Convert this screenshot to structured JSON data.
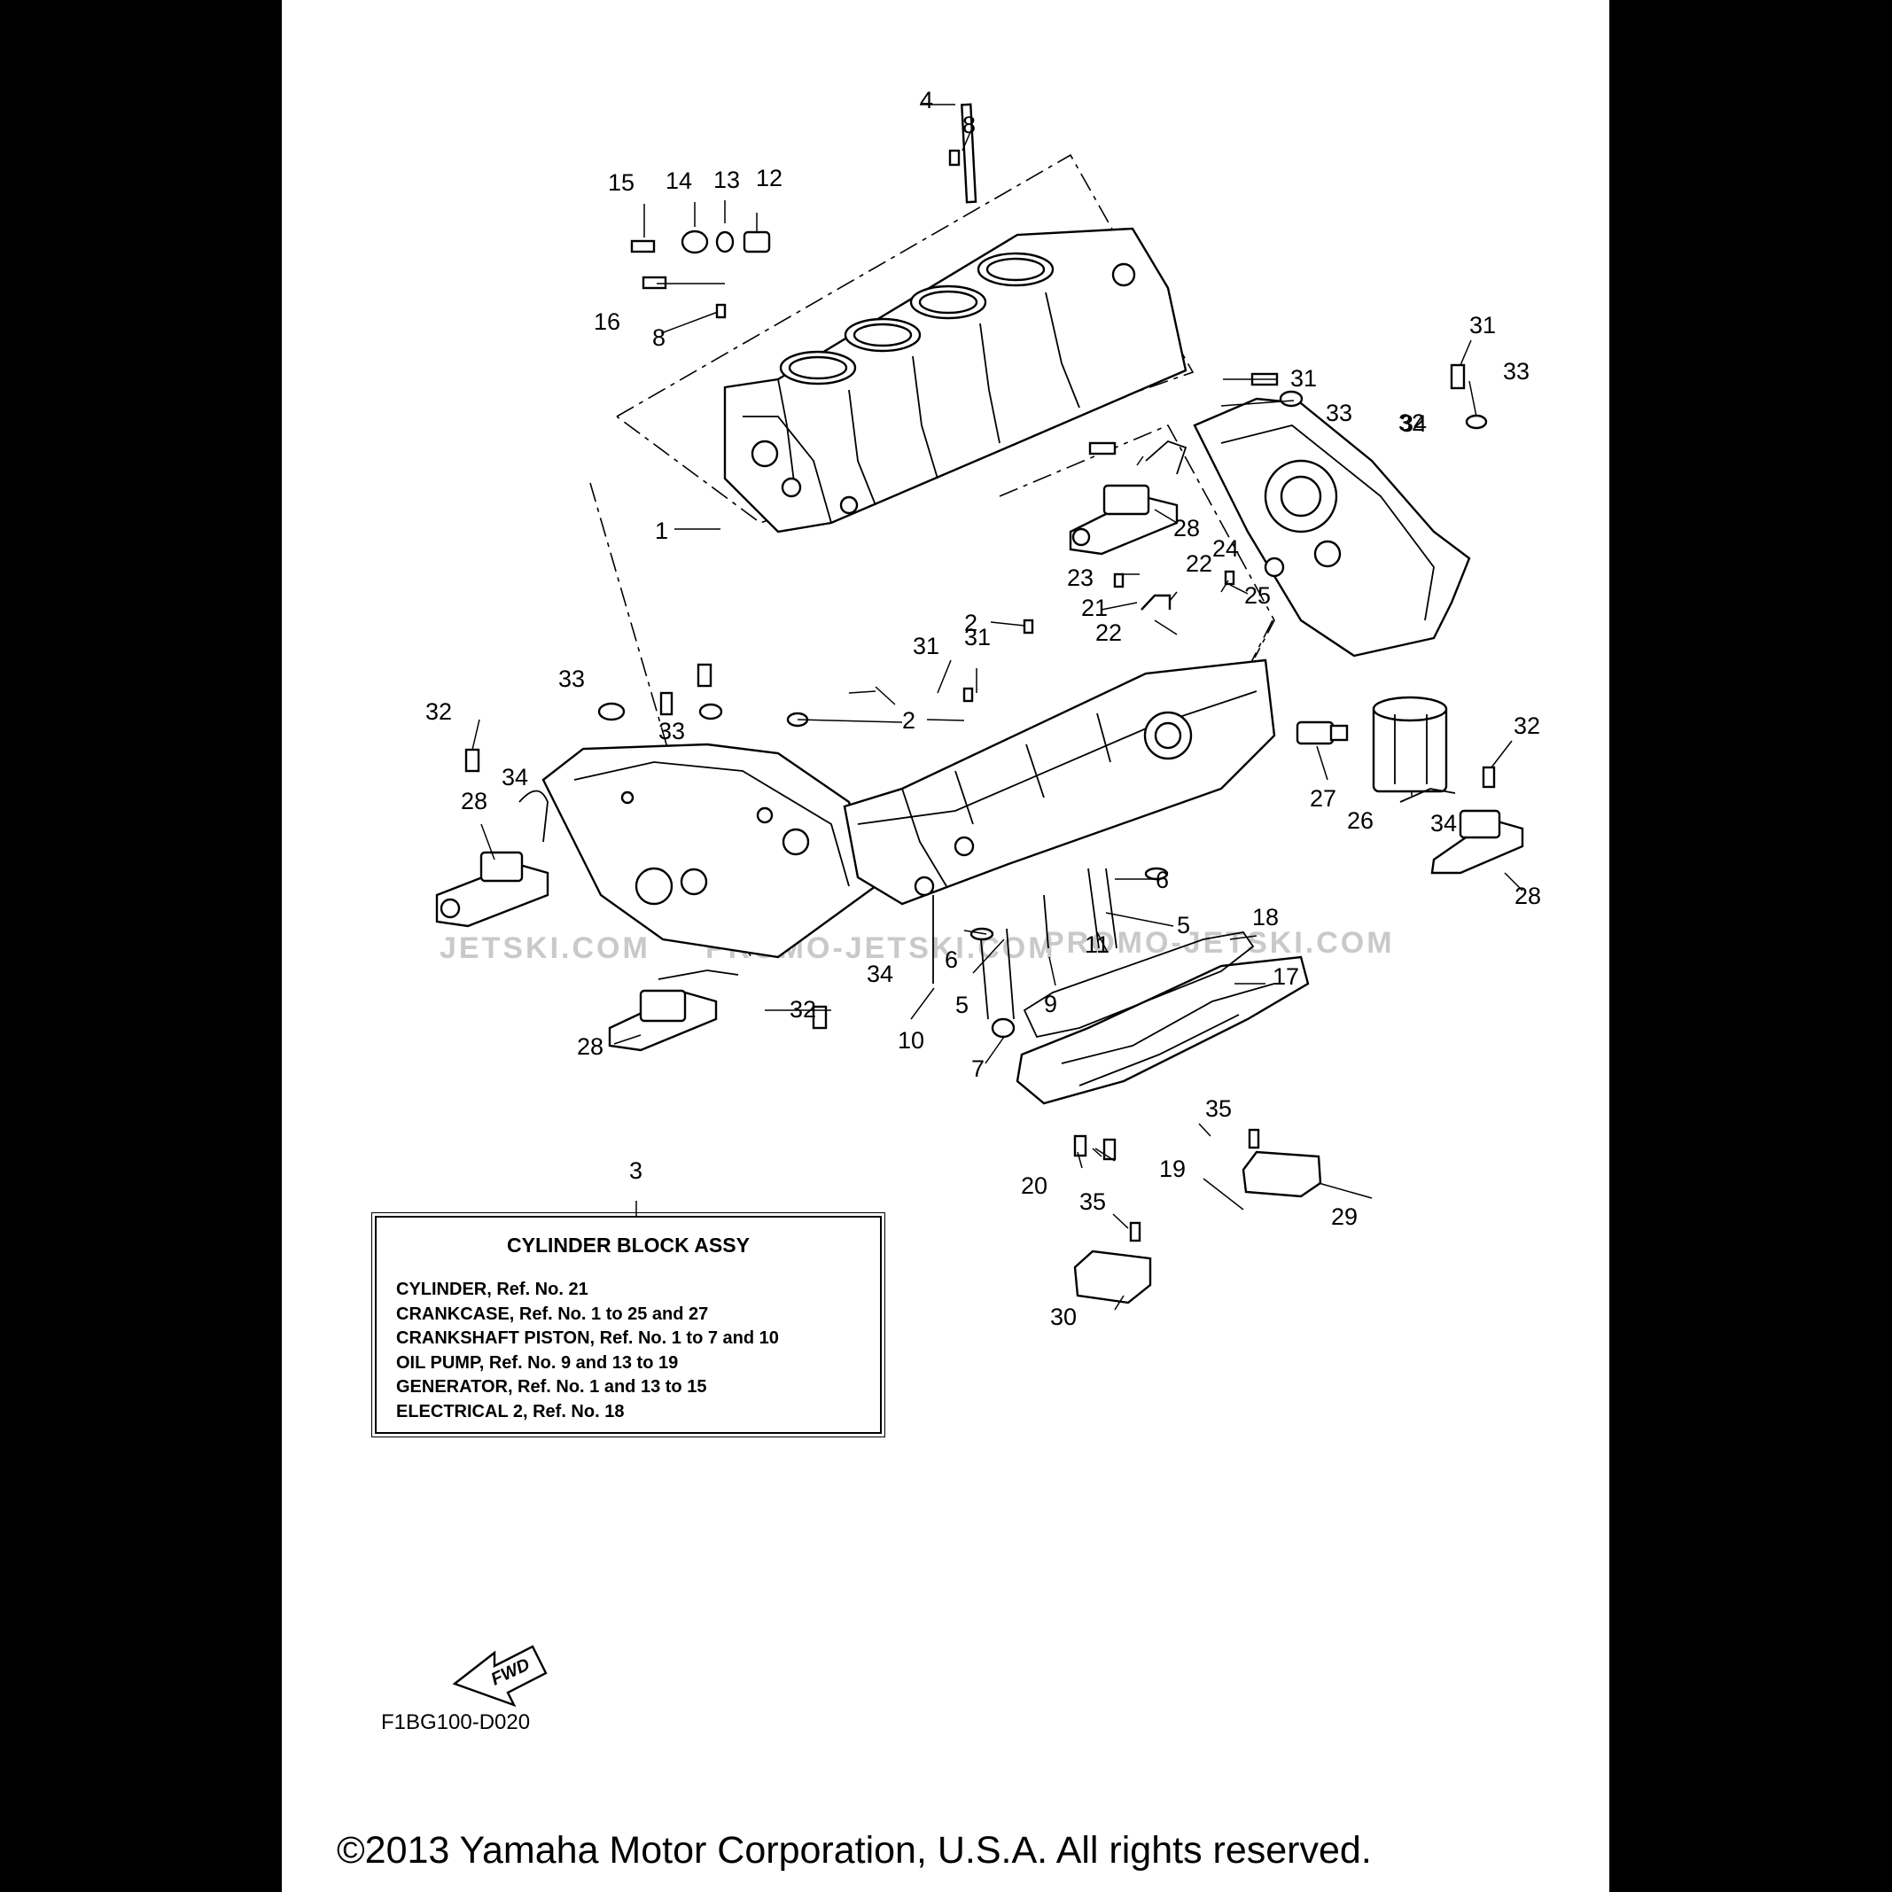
{
  "callouts": [
    "1",
    "2",
    "2",
    "3",
    "4",
    "5",
    "5",
    "6",
    "6",
    "7",
    "8",
    "8",
    "9",
    "10",
    "11",
    "12",
    "13",
    "14",
    "15",
    "16",
    "17",
    "18",
    "19",
    "20",
    "21",
    "22",
    "22",
    "23",
    "24",
    "25",
    "26",
    "27",
    "28",
    "28",
    "28",
    "28",
    "29",
    "30",
    "31",
    "31",
    "31",
    "31",
    "32",
    "32",
    "32",
    "32",
    "33",
    "33",
    "33",
    "33",
    "34",
    "34",
    "34",
    "34",
    "35",
    "35"
  ],
  "legend": {
    "title": "CYLINDER BLOCK ASSY",
    "lines": [
      "CYLINDER, Ref. No. 21",
      "CRANKCASE, Ref. No. 1 to 25 and 27",
      "CRANKSHAFT PISTON, Ref. No. 1 to 7 and 10",
      "OIL PUMP, Ref. No. 9 and 13 to 19",
      "GENERATOR, Ref. No. 1 and 13 to 15",
      "ELECTRICAL 2, Ref. No. 18"
    ]
  },
  "direction_label": "FWD",
  "drawing_code": "F1BG100-D020",
  "watermarks": [
    "JETSKI.COM",
    "PROMO-JETSKI.COM",
    "PROMO-JETSKI.COM"
  ],
  "copyright": "©2013 Yamaha Motor Corporation, U.S.A. All rights reserved.",
  "colors": {
    "page": "#ffffff",
    "ink": "#000000",
    "margin": "#000000",
    "watermark": "#c9c9c9"
  }
}
